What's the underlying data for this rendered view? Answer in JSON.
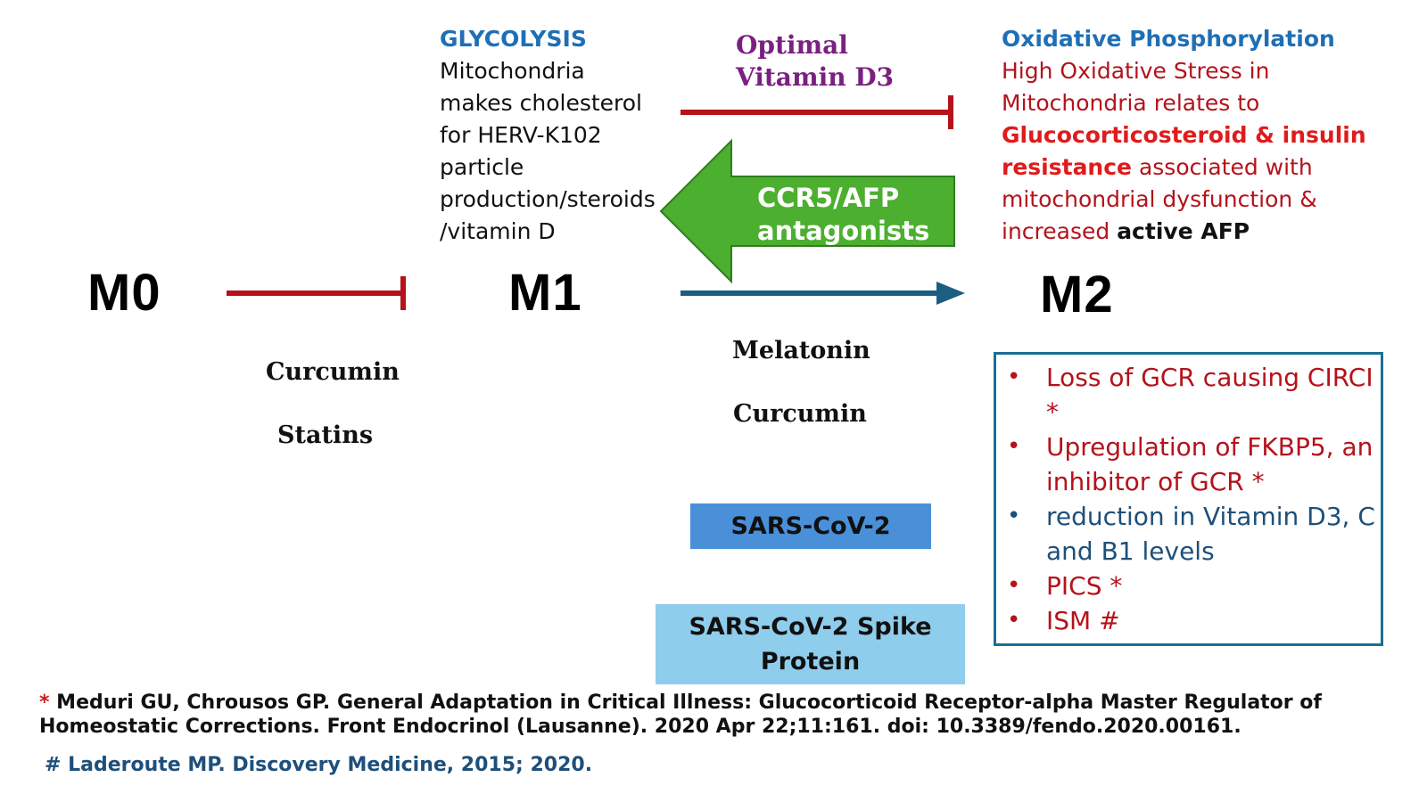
{
  "stages": {
    "m0": "M0",
    "m1": "M1",
    "m2": "M2"
  },
  "glycolysis": {
    "heading": "GLYCOLYSIS",
    "lines": [
      "Mitochondria",
      "makes cholesterol",
      "for HERV-K102",
      "particle",
      "production/steroids",
      "/vitamin D"
    ]
  },
  "vitamin_d3": {
    "line1": "Optimal",
    "line2": "Vitamin D3"
  },
  "green_arrow": {
    "line1": "CCR5/AFP",
    "line2": "antagonists"
  },
  "oxphos": {
    "heading": "Oxidative Phosphorylation",
    "line1": "High Oxidative Stress in",
    "line2": "Mitochondria relates to",
    "line3_bold": "Glucocorticosteroid & insulin",
    "line4_bold": "resistance",
    "line4_rest": " associated with",
    "line5": "mitochondrial dysfunction &",
    "line6_start": "increased ",
    "line6_bold": "active AFP"
  },
  "m0_m1_inhibitors": {
    "item1": "Curcumin",
    "item2": "Statins"
  },
  "m1_m2_inhibitors": {
    "item1": "Melatonin",
    "item2": "Curcumin"
  },
  "boxes": {
    "sars": "SARS-CoV-2",
    "spike": "SARS-CoV-2 Spike Protein"
  },
  "m2_list": [
    {
      "text": "Loss of GCR causing CIRCI *",
      "color": "red"
    },
    {
      "text": "Upregulation of FKBP5, an inhibitor of GCR *",
      "color": "red"
    },
    {
      "text": "reduction in Vitamin D3, C and B1 levels",
      "color": "blue"
    },
    {
      "text": "PICS *",
      "color": "red"
    },
    {
      "text": "ISM #",
      "color": "red"
    }
  ],
  "bullet_char": "•",
  "references": {
    "star": "*",
    "ref1_line1": " Meduri GU, Chrousos GP. General Adaptation in Critical Illness: Glucocorticoid Receptor-alpha Master Regulator of",
    "ref1_line2": "Homeostatic Corrections. Front Endocrinol (Lausanne). 2020 Apr 22;11:161. doi: 10.3389/fendo.2020.00161.",
    "ref2": "# Laderoute MP.  Discovery Medicine, 2015; 2020."
  },
  "colors": {
    "inhibit_red": "#b5121b",
    "arrow_blue": "#1b5e82",
    "green_arrow": "#4caf2f",
    "heading_blue": "#1f6fb5",
    "purple": "#7a2080"
  }
}
